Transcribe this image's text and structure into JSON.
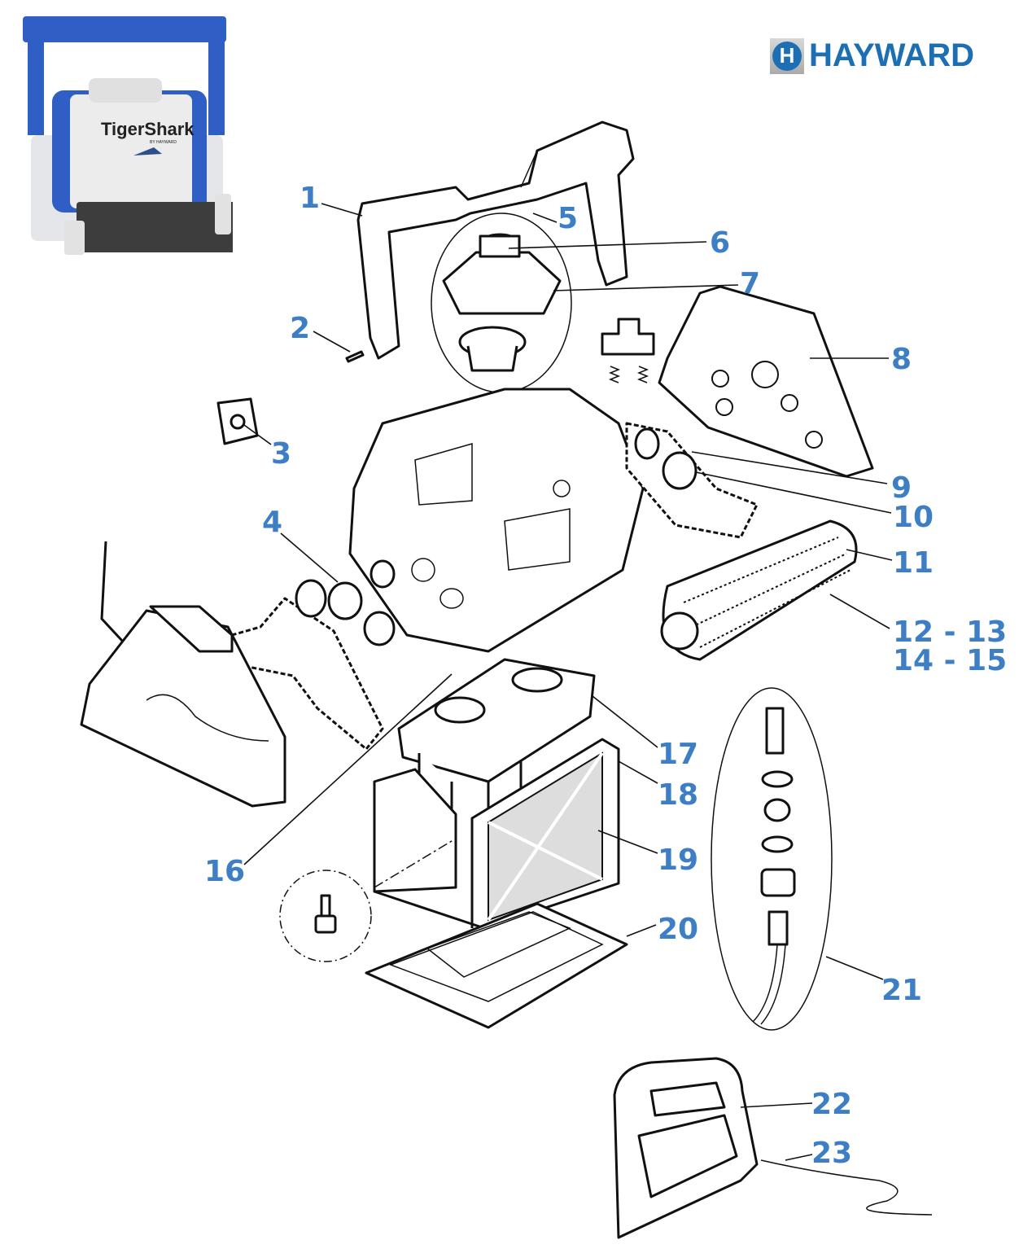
{
  "brand": {
    "name": "HAYWARD",
    "mark": "H"
  },
  "product_photo": {
    "product_name": "TigerShark",
    "byline": "BY HAYWARD"
  },
  "colors": {
    "label": "#3d7ec4",
    "brand_blue": "#1d6fb3",
    "product_blue": "#2f5fc4"
  },
  "callouts": [
    {
      "id": "1",
      "text": "1"
    },
    {
      "id": "2",
      "text": "2"
    },
    {
      "id": "3",
      "text": "3"
    },
    {
      "id": "4",
      "text": "4"
    },
    {
      "id": "5",
      "text": "5"
    },
    {
      "id": "6",
      "text": "6"
    },
    {
      "id": "7",
      "text": "7"
    },
    {
      "id": "8",
      "text": "8"
    },
    {
      "id": "9",
      "text": "9"
    },
    {
      "id": "10",
      "text": "10"
    },
    {
      "id": "11",
      "text": "11"
    },
    {
      "id": "12-13",
      "text": "12 - 13"
    },
    {
      "id": "14-15",
      "text": "14 - 15"
    },
    {
      "id": "16",
      "text": "16"
    },
    {
      "id": "17",
      "text": "17"
    },
    {
      "id": "18",
      "text": "18"
    },
    {
      "id": "19",
      "text": "19"
    },
    {
      "id": "20",
      "text": "20"
    },
    {
      "id": "21",
      "text": "21"
    },
    {
      "id": "22",
      "text": "22"
    },
    {
      "id": "23",
      "text": "23"
    }
  ]
}
